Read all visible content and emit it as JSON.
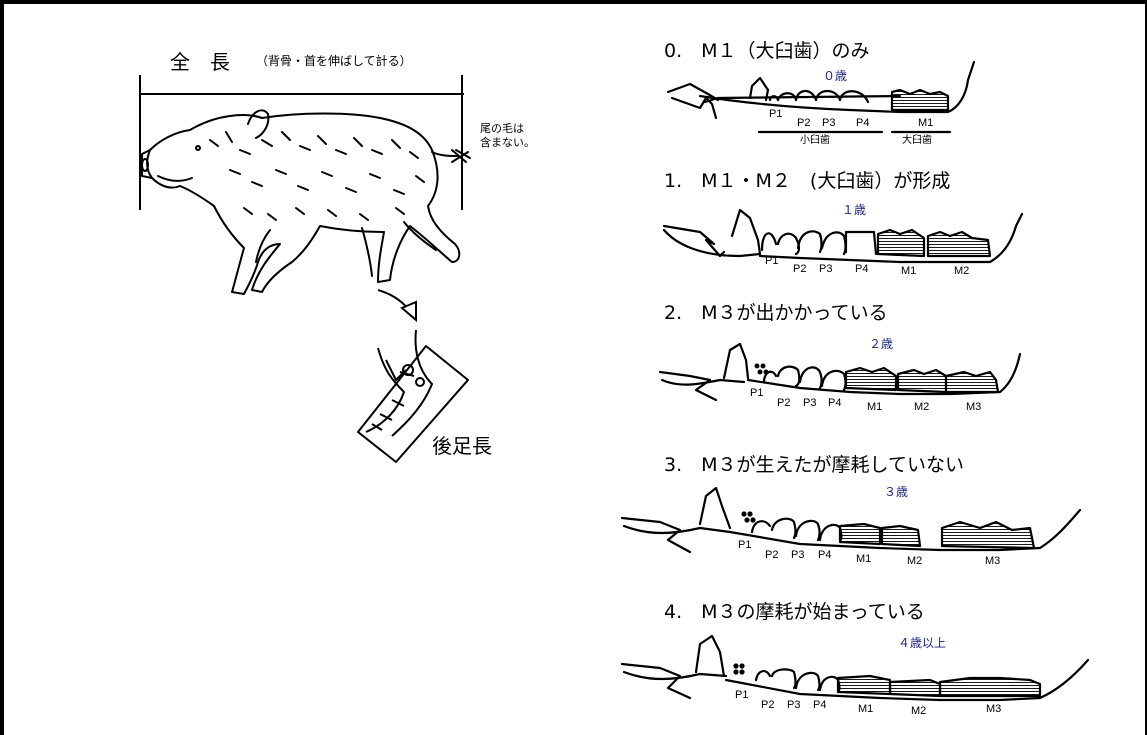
{
  "left_panel": {
    "total_length_label": "全　長",
    "total_length_note": "（背骨・首を伸ばして計る）",
    "tail_note_line1": "尾の毛は",
    "tail_note_line2": "含まない。",
    "hind_foot_label": "後足長"
  },
  "stages": [
    {
      "title": "0.　M１（大臼歯）のみ",
      "age": "０歳",
      "teeth": [
        "P1",
        "P2",
        "P3",
        "P4",
        "M1"
      ],
      "group_labels": [
        "小臼歯",
        "大臼歯"
      ]
    },
    {
      "title": "1.　M１・M２　(大臼歯）が形成",
      "age": "１歳",
      "teeth": [
        "P1",
        "P2",
        "P3",
        "P4",
        "M1",
        "M2"
      ]
    },
    {
      "title": "2.　M３が出かかっている",
      "age": "２歳",
      "teeth": [
        "P1",
        "P2",
        "P3",
        "P4",
        "M1",
        "M2",
        "M3"
      ]
    },
    {
      "title": "3.　M３が生えたが摩耗していない",
      "age": "３歳",
      "teeth": [
        "P1",
        "P2",
        "P3",
        "P4",
        "M1",
        "M2",
        "M3"
      ]
    },
    {
      "title": "4.　M３の摩耗が始まっている",
      "age": "４歳以上",
      "teeth": [
        "P1",
        "P2",
        "P3",
        "P4",
        "M1",
        "M2",
        "M3"
      ]
    }
  ]
}
